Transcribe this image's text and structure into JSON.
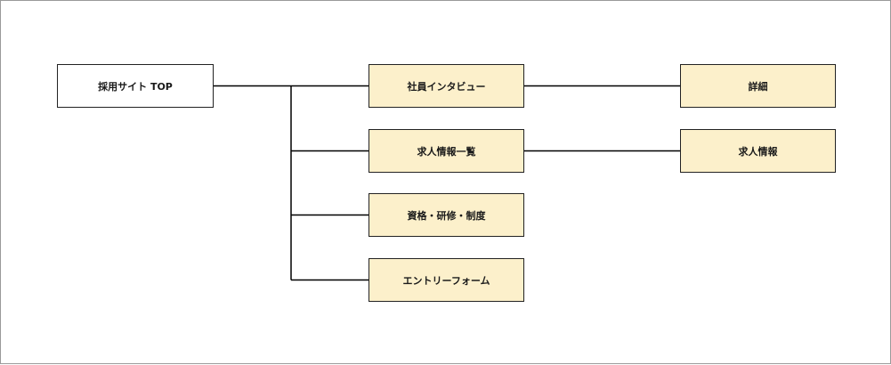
{
  "diagram": {
    "root": {
      "label": "採用サイト TOP"
    },
    "pages": [
      {
        "id": "interview",
        "label": "社員インタビュー",
        "child": {
          "id": "detail",
          "label": "詳細"
        }
      },
      {
        "id": "jobs",
        "label": "求人情報一覧",
        "child": {
          "id": "jobinfo",
          "label": "求人情報"
        }
      },
      {
        "id": "quals",
        "label": "資格・研修・制度"
      },
      {
        "id": "entry",
        "label": "エントリーフォーム"
      }
    ],
    "colors": {
      "root_fill": "#ffffff",
      "page_fill": "#fcf0cb",
      "border": "#222222",
      "line": "#000000"
    }
  }
}
